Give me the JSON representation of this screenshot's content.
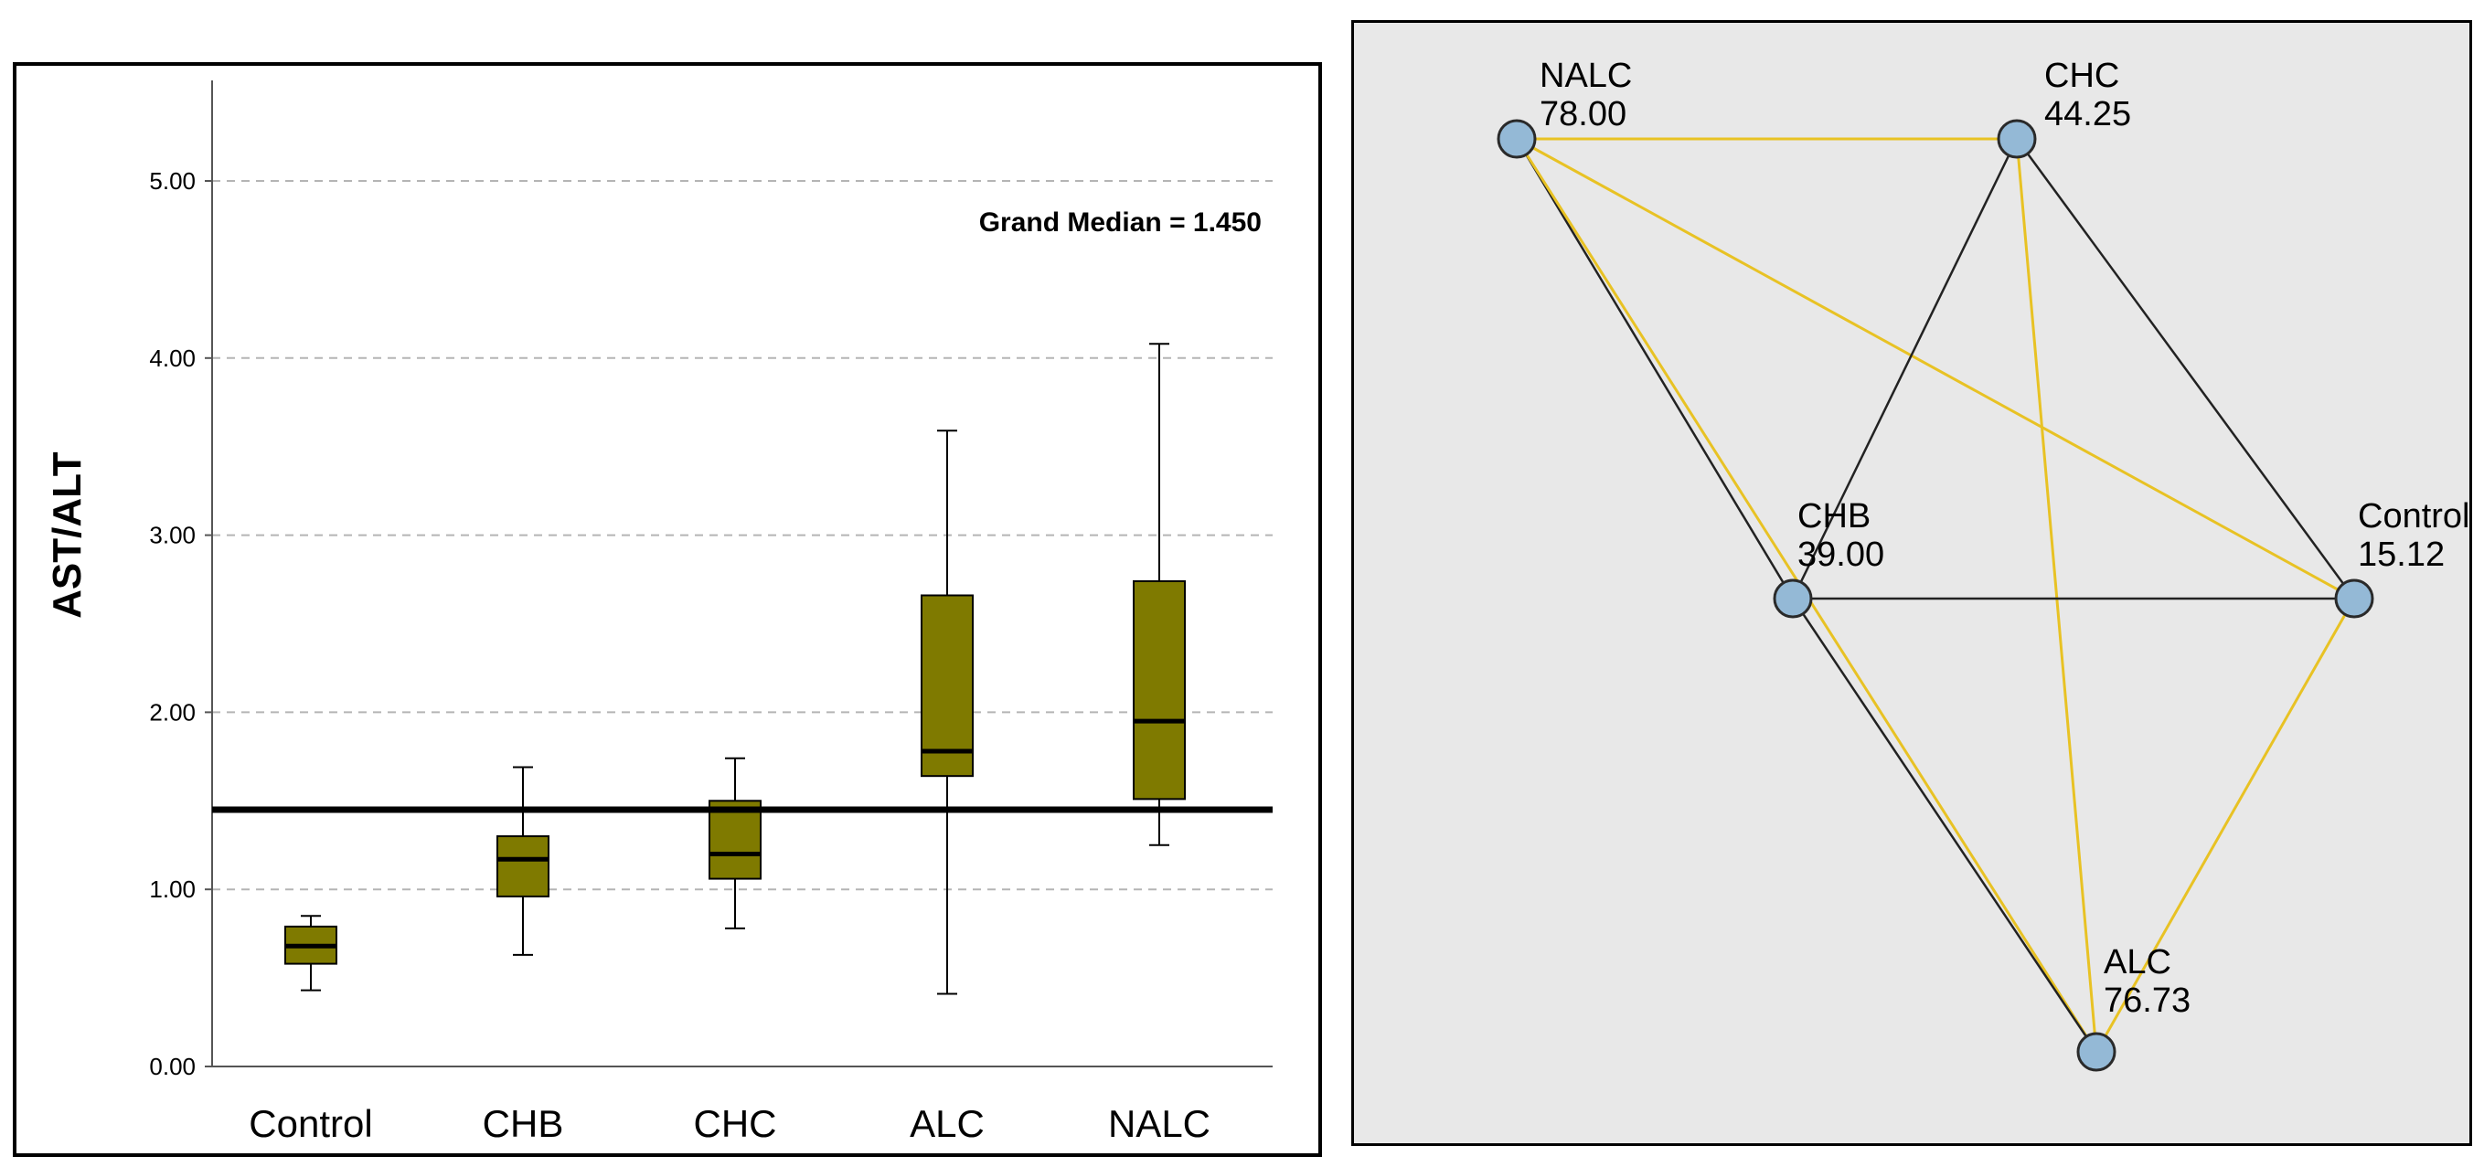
{
  "chart_data": [
    {
      "type": "boxplot",
      "ylabel": "AST/ALT",
      "ylim": [
        0,
        5.5
      ],
      "yticks": [
        "0.00",
        "1.00",
        "2.00",
        "3.00",
        "4.00",
        "5.00"
      ],
      "grid": "horizontal dashed",
      "annotation": "Grand Median = 1.450",
      "grand_median": 1.45,
      "box_color": "#7f7a00",
      "categories": [
        "Control",
        "CHB",
        "CHC",
        "ALC",
        "NALC"
      ],
      "boxes": [
        {
          "category": "Control",
          "min": 0.43,
          "q1": 0.58,
          "median": 0.68,
          "q3": 0.79,
          "max": 0.85
        },
        {
          "category": "CHB",
          "min": 0.63,
          "q1": 0.96,
          "median": 1.17,
          "q3": 1.3,
          "max": 1.69
        },
        {
          "category": "CHC",
          "min": 0.78,
          "q1": 1.06,
          "median": 1.2,
          "q3": 1.5,
          "max": 1.74
        },
        {
          "category": "ALC",
          "min": 0.41,
          "q1": 1.64,
          "median": 1.78,
          "q3": 2.66,
          "max": 3.59
        },
        {
          "category": "NALC",
          "min": 1.25,
          "q1": 1.51,
          "median": 1.95,
          "q3": 2.74,
          "max": 4.08
        }
      ]
    },
    {
      "type": "network",
      "node_color": "#94b9d6",
      "edge_colors": {
        "black": "#222222",
        "yellow": "#e8c224"
      },
      "nodes": [
        {
          "id": "NALC",
          "name": "NALC",
          "value": "78.00"
        },
        {
          "id": "CHC",
          "name": "CHC",
          "value": "44.25"
        },
        {
          "id": "CHB",
          "name": "CHB",
          "value": "39.00"
        },
        {
          "id": "Control",
          "name": "Control",
          "value": "15.12"
        },
        {
          "id": "ALC",
          "name": "ALC",
          "value": "76.73"
        }
      ],
      "edges": [
        {
          "source": "NALC",
          "target": "CHC",
          "color": "yellow"
        },
        {
          "source": "NALC",
          "target": "CHB",
          "color": "black"
        },
        {
          "source": "NALC",
          "target": "Control",
          "color": "yellow"
        },
        {
          "source": "NALC",
          "target": "ALC",
          "color": "yellow"
        },
        {
          "source": "CHC",
          "target": "CHB",
          "color": "black"
        },
        {
          "source": "CHC",
          "target": "Control",
          "color": "black"
        },
        {
          "source": "CHC",
          "target": "ALC",
          "color": "yellow"
        },
        {
          "source": "CHB",
          "target": "Control",
          "color": "black"
        },
        {
          "source": "CHB",
          "target": "ALC",
          "color": "black"
        },
        {
          "source": "Control",
          "target": "ALC",
          "color": "yellow"
        }
      ]
    }
  ]
}
